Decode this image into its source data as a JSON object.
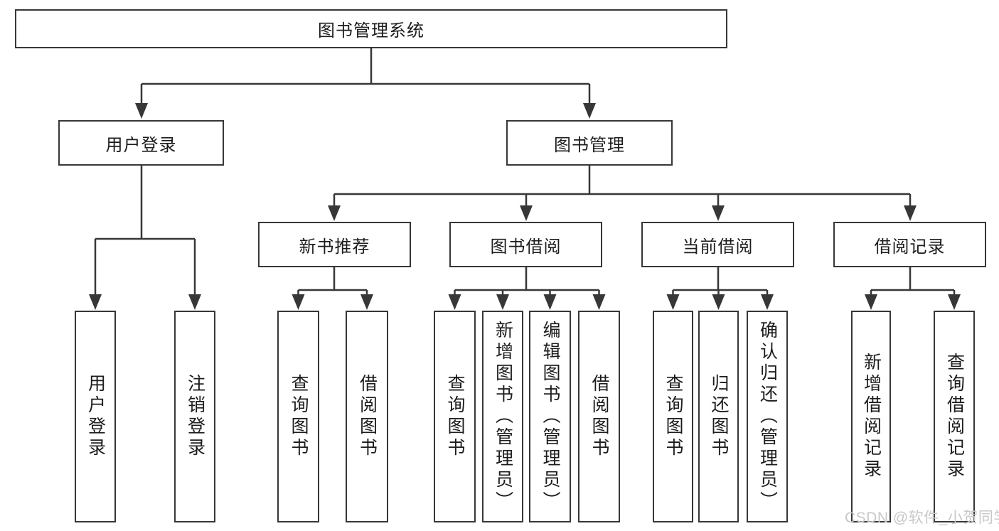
{
  "tree": {
    "label": "图书管理系统",
    "children": [
      {
        "label": "用户登录",
        "children": [
          {
            "label": "用户登录"
          },
          {
            "label": "注销登录"
          }
        ]
      },
      {
        "label": "图书管理",
        "children": [
          {
            "label": "新书推荐",
            "children": [
              {
                "label": "查询图书"
              },
              {
                "label": "借阅图书"
              }
            ]
          },
          {
            "label": "图书借阅",
            "children": [
              {
                "label": "查询图书"
              },
              {
                "label": "新增图书（管理员）"
              },
              {
                "label": "编辑图书（管理员）"
              },
              {
                "label": "借阅图书"
              }
            ]
          },
          {
            "label": "当前借阅",
            "children": [
              {
                "label": "查询图书"
              },
              {
                "label": "归还图书"
              },
              {
                "label": "确认归还（管理员）"
              }
            ]
          },
          {
            "label": "借阅记录",
            "children": [
              {
                "label": "新增借阅记录"
              },
              {
                "label": "查询借阅记录"
              }
            ]
          }
        ]
      }
    ]
  },
  "colors": {
    "line": "#373737",
    "box_border": "#373737",
    "text": "#1c1c1c",
    "watermark": "#c8c8c8",
    "background": "#ffffff"
  },
  "watermark": "CSDN @软件_小贺同学"
}
